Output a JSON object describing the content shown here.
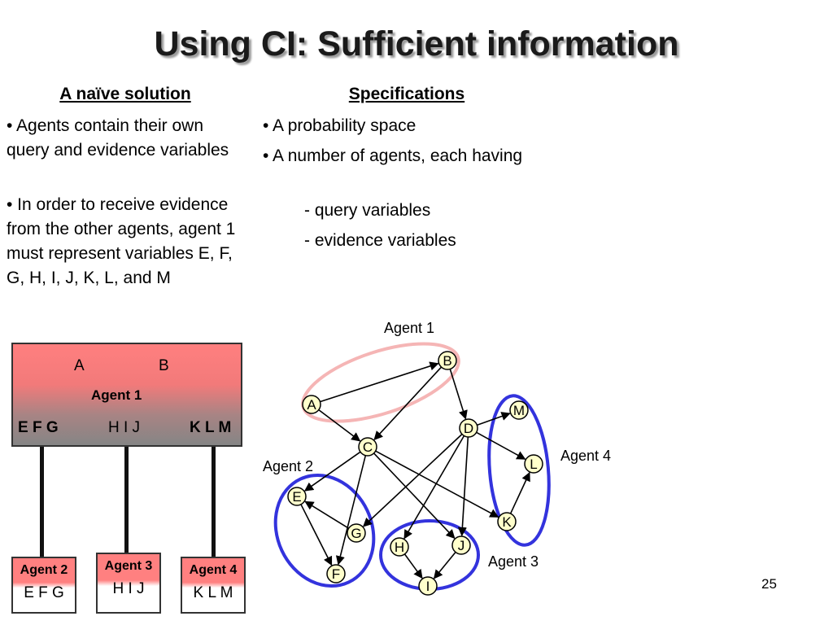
{
  "slide": {
    "title": "Using CI: Sufficient information",
    "page_number": "25"
  },
  "left_column": {
    "heading": "A naïve solution",
    "bullets": [
      "• Agents contain their own query and evidence variables",
      "• In order to receive evidence from the other agents, agent 1 must represent variables E, F, G, H, I, J, K, L, and M"
    ]
  },
  "right_column": {
    "heading": "Specifications",
    "bullets": [
      "• A probability space",
      "• A number of agents, each having"
    ],
    "sub_items": [
      "- query variables",
      "- evidence variables"
    ]
  },
  "agent1_box": {
    "var_a": "A",
    "var_b": "B",
    "label": "Agent 1",
    "group_efg": "E F G",
    "group_hij": "H I J",
    "group_klm": "K L M"
  },
  "sub_agents": [
    {
      "label": "Agent 2",
      "vars": "E F G"
    },
    {
      "label": "Agent 3",
      "vars": "H I J"
    },
    {
      "label": "Agent 4",
      "vars": "K L M"
    }
  ],
  "graph": {
    "nodes": [
      "A",
      "B",
      "C",
      "D",
      "E",
      "F",
      "G",
      "H",
      "I",
      "J",
      "K",
      "L",
      "M"
    ],
    "edges": [
      [
        "A",
        "B"
      ],
      [
        "A",
        "C"
      ],
      [
        "B",
        "C"
      ],
      [
        "B",
        "D"
      ],
      [
        "D",
        "M"
      ],
      [
        "D",
        "L"
      ],
      [
        "D",
        "G"
      ],
      [
        "D",
        "H"
      ],
      [
        "D",
        "J"
      ],
      [
        "C",
        "E"
      ],
      [
        "C",
        "F"
      ],
      [
        "C",
        "J"
      ],
      [
        "C",
        "K"
      ],
      [
        "G",
        "E"
      ],
      [
        "E",
        "F"
      ],
      [
        "H",
        "I"
      ],
      [
        "J",
        "I"
      ],
      [
        "K",
        "L"
      ]
    ],
    "group_labels": [
      "Agent 1",
      "Agent 2",
      "Agent 3",
      "Agent 4"
    ]
  },
  "colors": {
    "agent1_group": "#f5b5b5",
    "other_groups": "#3333dd",
    "node_fill": "#ffffcc"
  }
}
